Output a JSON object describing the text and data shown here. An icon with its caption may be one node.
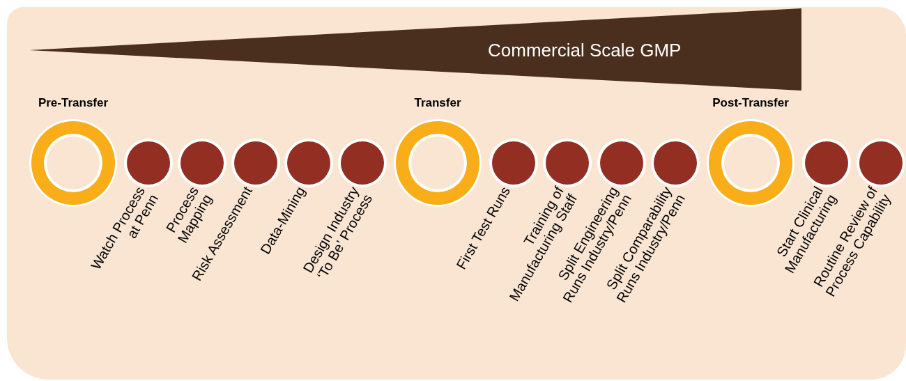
{
  "diagram": {
    "nodes": [
      {
        "text": [
          "Commercial Scale GMP"
        ]
      },
      {
        "text": [
          "Pre-Transfer"
        ]
      },
      {
        "text": [],
        "shape": "circle",
        "beside": [
          "Watch Process at Penn"
        ]
      },
      {
        "text": [],
        "shape": "circle",
        "beside": [
          "Process Mapping"
        ]
      },
      {
        "text": [],
        "shape": "circle",
        "beside": [
          "Risk Assessment"
        ]
      },
      {
        "text": [],
        "shape": "circle",
        "beside": [
          "Data-Mining"
        ]
      },
      {
        "text": [],
        "shape": "circle",
        "beside": [
          "Design Industry ‘To Be’ Process"
        ]
      },
      {
        "text": [
          "Transfer"
        ]
      },
      {
        "text": [],
        "shape": "circle",
        "beside": [
          "First Test Runs"
        ]
      },
      {
        "text": [],
        "shape": "circle",
        "beside": [
          "Training of Manufacturing Staff"
        ]
      },
      {
        "text": [],
        "shape": "circle",
        "beside": [
          "Split Engineering Runs Industry/Penn"
        ]
      },
      {
        "text": [],
        "shape": "circle",
        "beside": [
          "Split Comparability Runs Industry/Penn"
        ]
      },
      {
        "text": [
          "Post-Transfer"
        ]
      },
      {
        "text": [],
        "shape": "circle",
        "beside": [
          "Start Clinical Manufacturing"
        ]
      },
      {
        "text": [],
        "shape": "circle",
        "beside": [
          "Routine Review of Process Capability"
        ]
      }
    ]
  }
}
